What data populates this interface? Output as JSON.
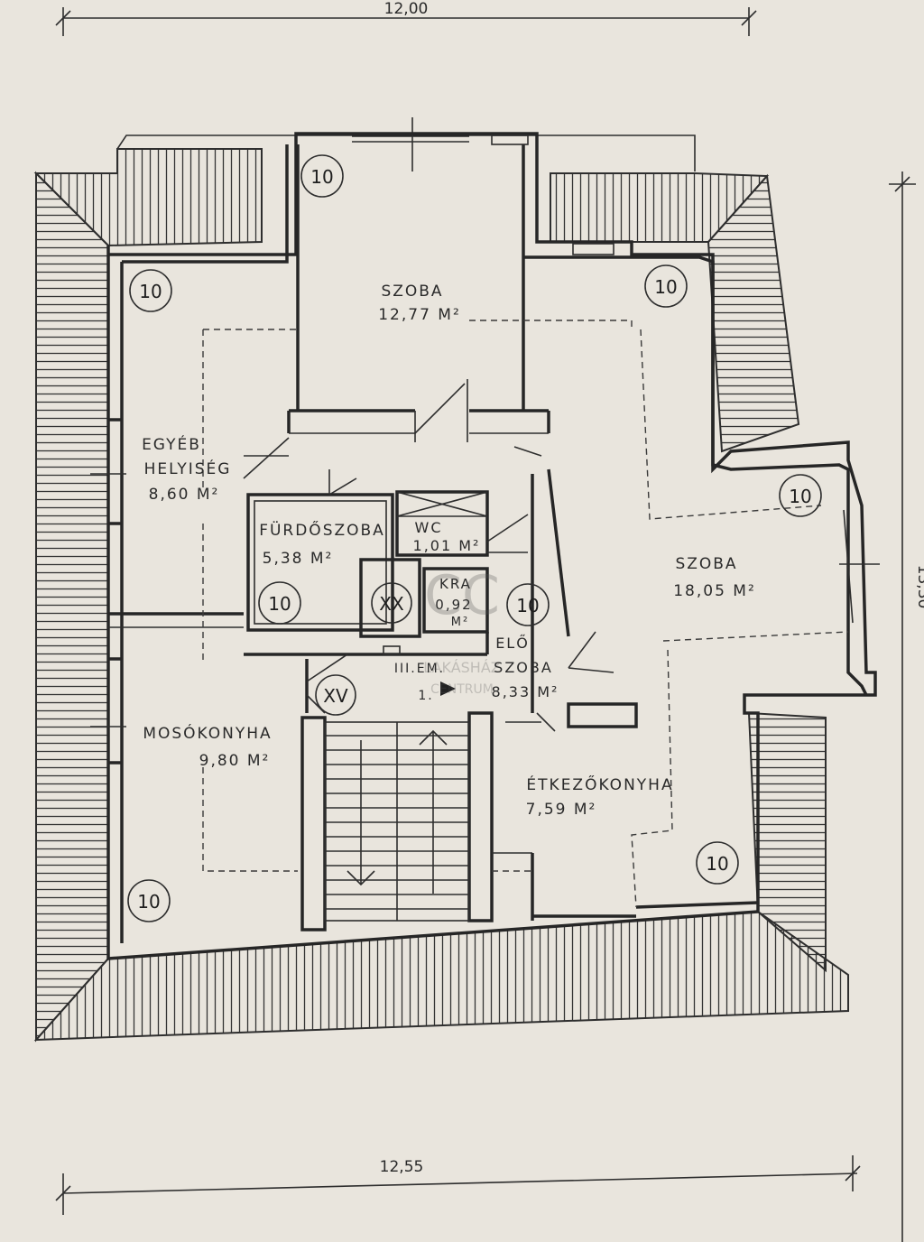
{
  "dimensions": {
    "top": "12,00",
    "bottom": "12,55",
    "right": "13,30"
  },
  "rooms": {
    "szoba_top": {
      "name": "SZOBA",
      "area": "12,77 M²"
    },
    "egyeb": {
      "name_line1": "EGYÉB",
      "name_line2": "HELYISÉG",
      "area": "8,60 M²"
    },
    "furdo": {
      "name": "FÜRDŐSZOBA",
      "area": "5,38 M²"
    },
    "wc": {
      "name": "WC",
      "area": "1,01 M²"
    },
    "kamra": {
      "name": "KRA",
      "area": "0,92",
      "unit": "M²"
    },
    "szoba_right": {
      "name": "SZOBA",
      "area": "18,05 M²"
    },
    "eloszoba": {
      "name_line1": "ELŐ",
      "name_line2": "SZOBA",
      "area": "8,33 M²"
    },
    "mosokonyha": {
      "name": "MOSÓKONYHA",
      "area": "9,80 M²"
    },
    "etkezo": {
      "name": "ÉTKEZŐKONYHA",
      "area": "7,59 M²"
    }
  },
  "stair": {
    "floor": "III.EM.",
    "number": "1."
  },
  "markers": {
    "height": "10",
    "xx": "XX",
    "xv": "XV"
  },
  "watermark": {
    "line1": "LAKÁSHÁZ",
    "line2": "CENTRUM",
    "monogram": "CC"
  }
}
